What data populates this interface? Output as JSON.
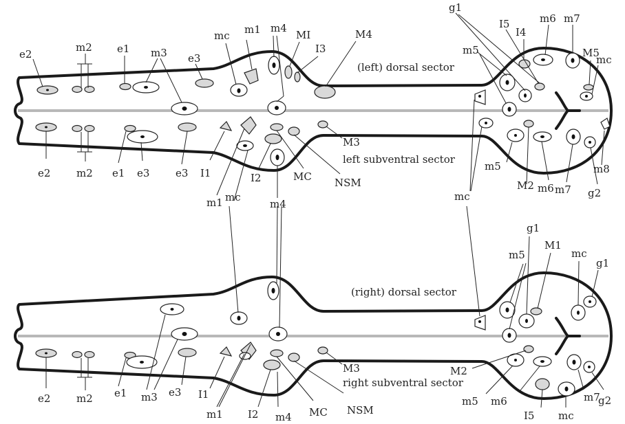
{
  "colors": {
    "outline": "#1a1a1a",
    "midline": "#b8b8b8",
    "cell_white": "#ffffff",
    "cell_grey": "#d9d9d9",
    "nucleus": "#111111"
  },
  "labels": {
    "left_dorsal_sector": "(left) dorsal sector",
    "left_subventral_sector": "left subventral sector",
    "right_dorsal_sector": "(right) dorsal sector",
    "right_subventral_sector": "right subventral sector",
    "t_e2": "e2",
    "t_m2": "m2",
    "t_e1": "e1",
    "t_m3": "m3",
    "t_e3": "e3",
    "t_mc": "mc",
    "t_m1": "m1",
    "t_m4": "m4",
    "t_MI": "MI",
    "t_I3": "I3",
    "t_M4": "M4",
    "t_g1": "g1",
    "t_I5": "I5",
    "t_I4": "I4",
    "t_m6": "m6",
    "t_m7": "m7",
    "t_M5": "M5",
    "t_m5": "m5",
    "t_M3": "M3",
    "t_I1": "I1",
    "t_I2": "I2",
    "t_MC": "MC",
    "t_NSM": "NSM",
    "t_M2": "M2",
    "t_m8": "m8",
    "t_g2": "g2",
    "t_M1": "M1"
  }
}
